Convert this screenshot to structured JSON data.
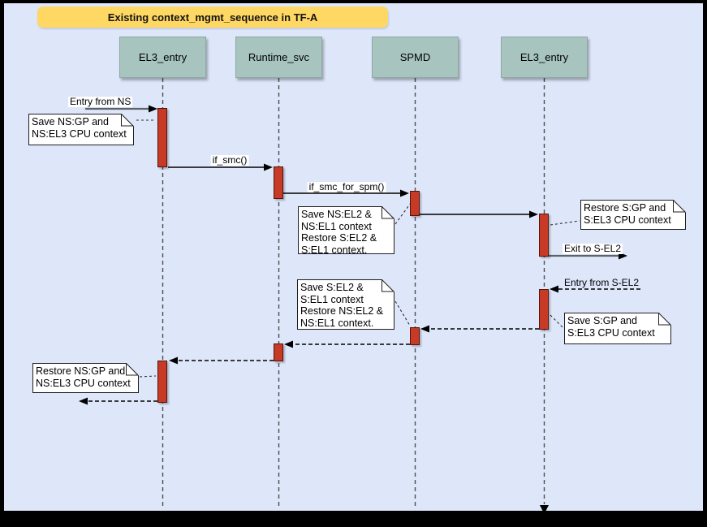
{
  "title": "Existing context_mgmt_sequence in TF-A",
  "participants": [
    {
      "label": "EL3_entry"
    },
    {
      "label": "Runtime_svc"
    },
    {
      "label": "SPMD"
    },
    {
      "label": "EL3_entry"
    }
  ],
  "messages": [
    {
      "label": "Entry from NS"
    },
    {
      "label": "if_smc()"
    },
    {
      "label": "if_smc_for_spm()"
    },
    {
      "label": "Exit to S-EL2"
    },
    {
      "label": "Entry from S-EL2"
    }
  ],
  "notes": [
    {
      "text": "Save NS:GP and\nNS:EL3 CPU context"
    },
    {
      "text": "Save NS:EL2 &\nNS:EL1 context\nRestore S:EL2 &\nS:EL1 context."
    },
    {
      "text": "Restore S:GP and\nS:EL3 CPU context"
    },
    {
      "text": "Save S:GP and\nS:EL3 CPU context"
    },
    {
      "text": "Save S:EL2 &\nS:EL1 context\nRestore NS:EL2 &\nNS:EL1 context."
    },
    {
      "text": "Restore NS:GP and\nNS:EL3 CPU context"
    }
  ],
  "colors": {
    "frame": "#000000",
    "canvas_background": "#dee6fa",
    "title_banner": "#ffd763",
    "participant_fill": "#a7c4bf",
    "activation_fill": "#c73b26"
  }
}
